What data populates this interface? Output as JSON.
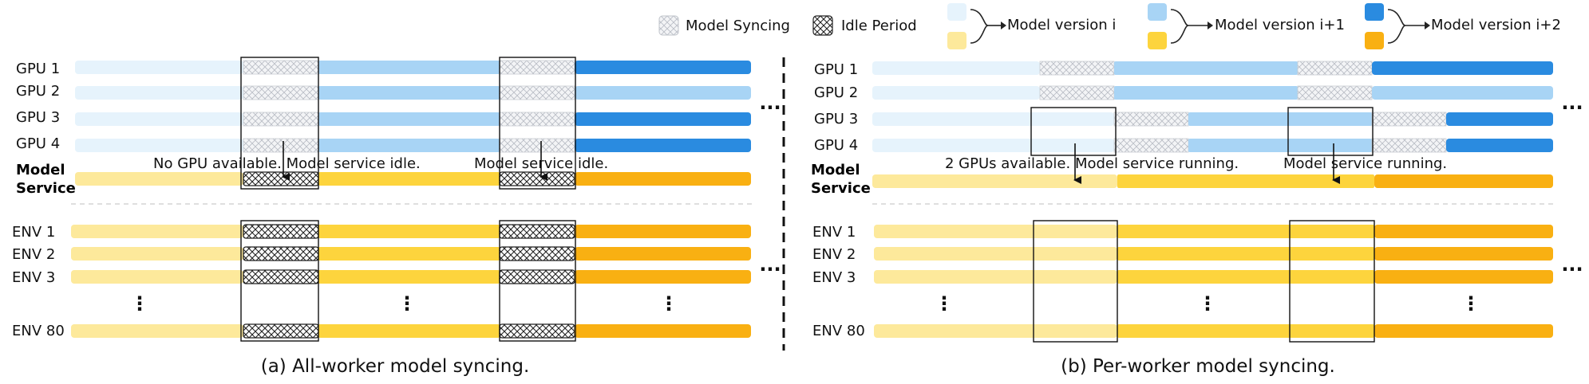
{
  "legend": {
    "syncing": "Model Syncing",
    "idle": "Idle Period",
    "version_i": "Model version i",
    "version_i1": "Model version i+1",
    "version_i2": "Model version i+2"
  },
  "labels": {
    "gpu1": "GPU 1",
    "gpu2": "GPU 2",
    "gpu3": "GPU 3",
    "gpu4": "GPU 4",
    "model_service_line1": "Model",
    "model_service_line2": "Service",
    "env1": "ENV 1",
    "env2": "ENV 2",
    "env3": "ENV 3",
    "env80": "ENV 80",
    "vdots": "⋮",
    "hdots": "···"
  },
  "panel_a": {
    "caption": "(a) All-worker model syncing.",
    "note1": "No GPU available. Model service idle.",
    "note2": "Model service idle."
  },
  "panel_b": {
    "caption": "(b) Per-worker model syncing.",
    "note1": "2 GPUs available. Model service running.",
    "note2": "Model service running."
  },
  "colors": {
    "gpu_v0": "#e6f3fc",
    "gpu_v1": "#a8d4f5",
    "gpu_v2": "#2a8be0",
    "env_v0": "#fde99b",
    "env_v1": "#fdd43d",
    "env_v2": "#f9b012",
    "sync_fill": "#eef0f3",
    "idle_fill": "#e8e8e8"
  }
}
